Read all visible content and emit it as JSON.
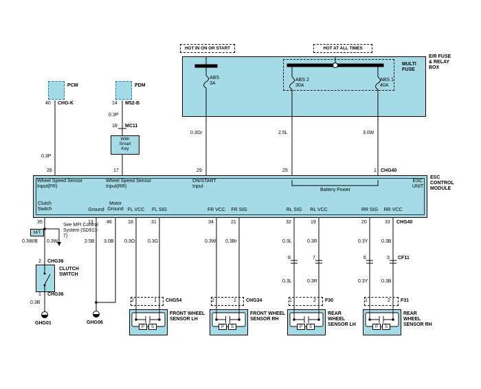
{
  "power": {
    "hot1": "HOT IN ON OR START",
    "hot2": "HOT AT ALL TIMES",
    "er_box_label": "E/R FUSE & RELAY BOX",
    "multi_fuse": "MULTI FUSE",
    "fuses": [
      {
        "name": "ABS",
        "rating": "3A"
      },
      {
        "name": "ABS 2",
        "rating": "30A"
      },
      {
        "name": "ABS 1",
        "rating": "40A"
      }
    ]
  },
  "pcm": {
    "label": "PCM",
    "pin": "40",
    "connector": "CHG-K",
    "wire": "0.3P"
  },
  "pdm": {
    "label": "PDM",
    "pin": "14",
    "connector": "M52-B",
    "wire": "0.3P",
    "jpin": "18",
    "jname": "MC11",
    "note": "With Smart Key"
  },
  "feeds": {
    "on_start": "0.3Gr",
    "abs2": "2.5L",
    "abs1": "3.0W"
  },
  "esc": {
    "module_label": "ESC CONTROL MODULE",
    "unit_label": "ESC UNIT",
    "connector": "CHG40",
    "top_pins": [
      "28",
      "17",
      "29",
      "25",
      "1"
    ],
    "inputs": [
      "Wheel Speed Sensor Input(FR)",
      "Wheel Speed Sensor Input(RR)",
      "ON/START Input"
    ],
    "battery_label": "Battery Power",
    "bottom": [
      {
        "pin": "35",
        "fn": "Clutch Switch",
        "wire": "0.3W/B"
      },
      {
        "pin": "13",
        "fn": "Ground",
        "wire": "2.5B"
      },
      {
        "pin": "46",
        "fn": "Motor Ground",
        "wire": "3.0B"
      },
      {
        "pin": "18",
        "fn": "FL VCC",
        "wire": "0.3O"
      },
      {
        "pin": "31",
        "fn": "FL SIG",
        "wire": "0.3G"
      },
      {
        "pin": "34",
        "fn": "FR VCC",
        "wire": "0.3W"
      },
      {
        "pin": "21",
        "fn": "FR SIG",
        "wire": "0.3Br"
      },
      {
        "pin": "32",
        "fn": "RL SIG",
        "wire": "0.3L"
      },
      {
        "pin": "19",
        "fn": "RL VCC",
        "wire": "0.3R"
      },
      {
        "pin": "20",
        "fn": "RR SIG",
        "wire": "0.3Y"
      },
      {
        "pin": "33",
        "fn": "RR VCC",
        "wire": "0.3B"
      }
    ]
  },
  "mt": {
    "tag": "M/T",
    "see_note": "See MFI Control System (SD913-7)",
    "branch_wire": "0.3W"
  },
  "clutch": {
    "label": "CLUTCH SWITCH",
    "pin_top": "2",
    "pin_bottom": "1",
    "connector": "CHG36",
    "wire": "0.3B",
    "ground": "GHG01"
  },
  "ground2": "GHG06",
  "cf11": {
    "name": "CF11",
    "pins": [
      "8",
      "7",
      "6",
      "3"
    ],
    "wires": [
      "0.3L",
      "0.3R",
      "0.3Y",
      "0.3B"
    ]
  },
  "sensors": [
    {
      "label": "FRONT WHEEL SENSOR LH",
      "pins": [
        "2",
        "1"
      ],
      "connector": "CHG54",
      "p": "P",
      "s": "S"
    },
    {
      "label": "FRONT WHEEL SENSOR RH",
      "pins": [
        "2",
        "1"
      ],
      "connector": "CHG34",
      "p": "P",
      "s": "S"
    },
    {
      "label": "REAR WHEEL SENSOR LH",
      "pins": [
        "1",
        "2"
      ],
      "connector": "F30",
      "p": "P",
      "s": "S"
    },
    {
      "label": "REAR WHEEL SENSOR RH",
      "pins": [
        "1",
        "2"
      ],
      "connector": "F31",
      "p": "P",
      "s": "S"
    }
  ]
}
